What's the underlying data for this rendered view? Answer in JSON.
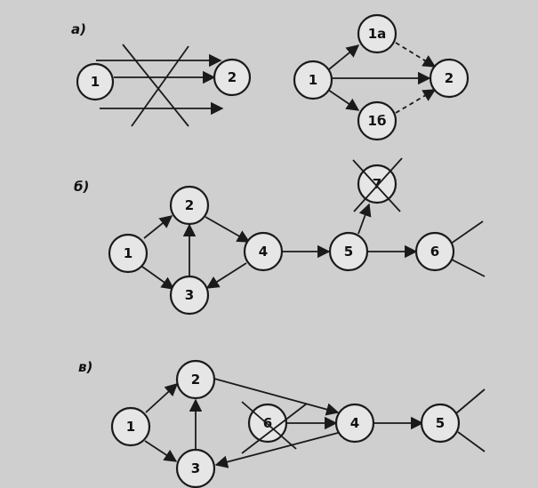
{
  "panels": {
    "a": "а)",
    "b": "б)",
    "v": "в)"
  },
  "nodes": {
    "a_left_1": "1",
    "a_left_2": "2",
    "a_right_1": "1",
    "a_right_1a": "1а",
    "a_right_1b": "1б",
    "a_right_2": "2",
    "b_1": "1",
    "b_2": "2",
    "b_3": "3",
    "b_4": "4",
    "b_5": "5",
    "b_6": "6",
    "b_7": "7",
    "v_1": "1",
    "v_2": "2",
    "v_3": "3",
    "v_4": "4",
    "v_5": "5",
    "v_6": "6"
  }
}
